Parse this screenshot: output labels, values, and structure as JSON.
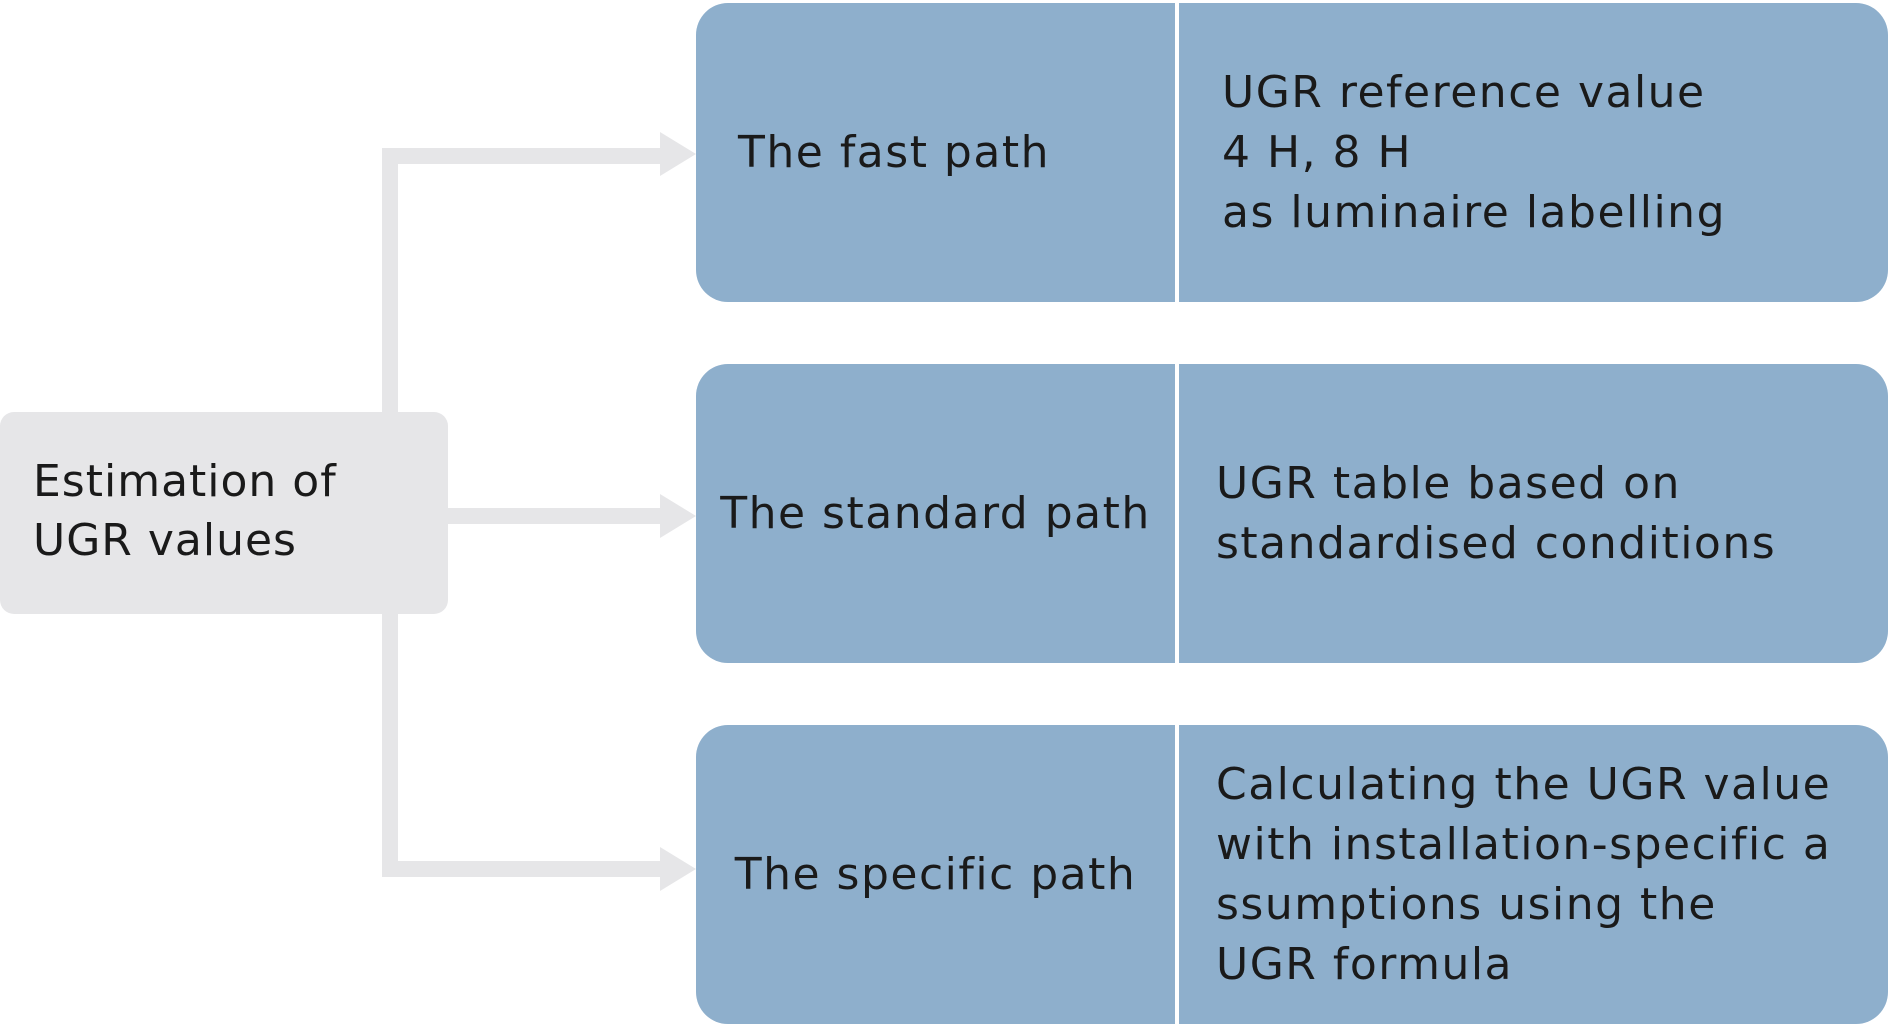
{
  "source": {
    "lines": [
      "Estimation of",
      "UGR values"
    ]
  },
  "paths": [
    {
      "name": "The fast path",
      "description": [
        "UGR reference value",
        "4 H, 8 H",
        "as luminaire labelling"
      ]
    },
    {
      "name": "The standard path",
      "description": [
        "UGR table based on",
        "standardised conditions"
      ]
    },
    {
      "name": "The specific path",
      "description": [
        "Calculating the UGR value",
        "with installation-specific a",
        "ssumptions using the",
        "UGR formula"
      ]
    }
  ],
  "colors": {
    "source_box": "#e6e6e8",
    "path_box": "#8eafcc",
    "connector": "#e6e6e8",
    "text": "#1a1a1a"
  }
}
